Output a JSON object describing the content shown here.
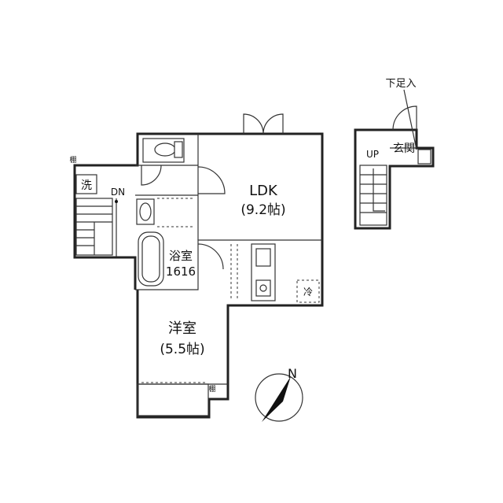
{
  "rooms": {
    "ldk": {
      "name": "LDK",
      "size": "(9.2帖)"
    },
    "bedroom": {
      "name": "洋室",
      "size": "(5.5帖)"
    },
    "bath": {
      "name": "浴室",
      "size": "1616"
    }
  },
  "labels": {
    "washer": "洗",
    "down": "DN",
    "up": "UP",
    "entrance": "玄関",
    "shoe_area": "下足入",
    "fridge": "冷",
    "shelf_top": "棚",
    "shelf_bottom": "棚"
  },
  "compass": {
    "label": "N"
  }
}
